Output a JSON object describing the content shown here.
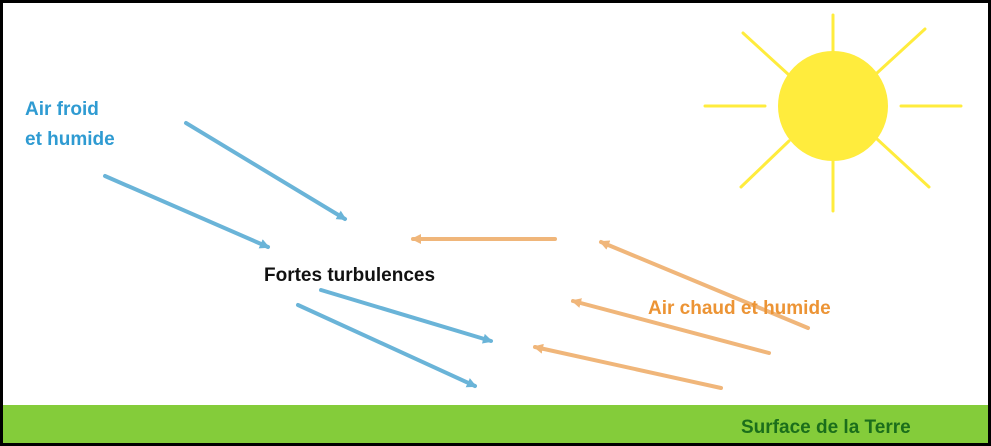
{
  "labels": {
    "cold_air_line1": "Air froid",
    "cold_air_line2": "et humide",
    "turbulence": "Fortes turbulences",
    "warm_air": "Air chaud et humide",
    "ground": "Surface de la Terre"
  },
  "colors": {
    "frame": "#000000",
    "cold_air": "#2f9bd2",
    "cold_arrow": "#6ab4d8",
    "warm_air": "#ec9435",
    "warm_arrow": "#f0b67a",
    "sun": "#ffec3d",
    "ground": "#84cc3a",
    "ground_text": "#1b6e1b",
    "text": "#111111"
  },
  "icons": {
    "sun": "sun-icon",
    "cold_arrows": "arrow-icon",
    "warm_arrows": "arrow-icon"
  }
}
